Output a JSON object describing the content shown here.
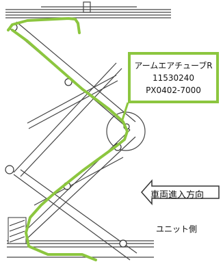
{
  "callout": {
    "part_name": "アームエアチューブR",
    "part_number": "11530240",
    "model_code": "PX0402-7000"
  },
  "direction_label": "車両進入方向",
  "unit_side_label": "ユニット側",
  "colors": {
    "tube": "#8cc63f",
    "line": "#555555",
    "frame": "#333333"
  }
}
